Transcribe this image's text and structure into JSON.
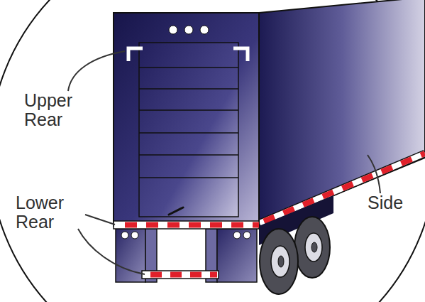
{
  "diagram": {
    "labels": [
      "Upper Rear",
      "Lower Rear",
      "Side"
    ]
  }
}
